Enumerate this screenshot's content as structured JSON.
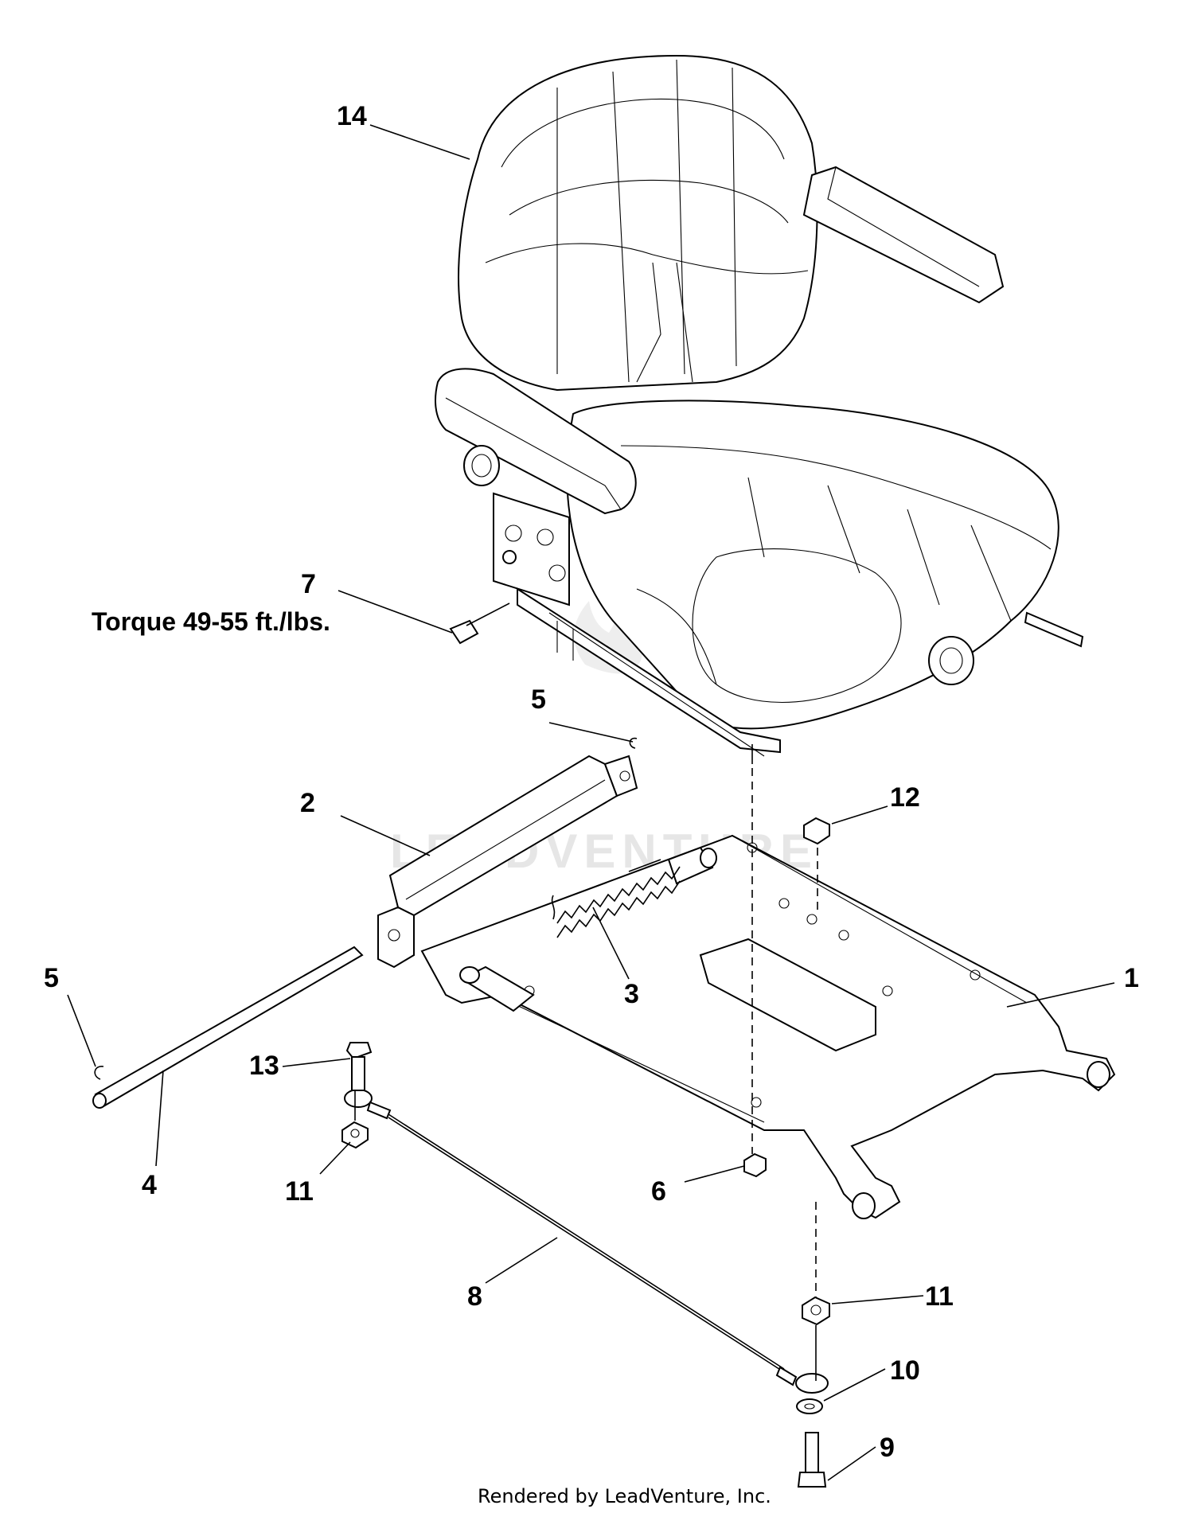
{
  "callouts": [
    {
      "id": "14",
      "text": "14"
    },
    {
      "id": "7",
      "text": "7"
    },
    {
      "id": "5a",
      "text": "5"
    },
    {
      "id": "2",
      "text": "2"
    },
    {
      "id": "12",
      "text": "12"
    },
    {
      "id": "3",
      "text": "3"
    },
    {
      "id": "1",
      "text": "1"
    },
    {
      "id": "5b",
      "text": "5"
    },
    {
      "id": "4",
      "text": "4"
    },
    {
      "id": "13",
      "text": "13"
    },
    {
      "id": "11a",
      "text": "11"
    },
    {
      "id": "6",
      "text": "6"
    },
    {
      "id": "8",
      "text": "8"
    },
    {
      "id": "11b",
      "text": "11"
    },
    {
      "id": "10",
      "text": "10"
    },
    {
      "id": "9",
      "text": "9"
    }
  ],
  "torque_note": "Torque 49-55 ft./lbs.",
  "watermark": "LEADVENTURE",
  "footer": "Rendered by LeadVenture, Inc."
}
